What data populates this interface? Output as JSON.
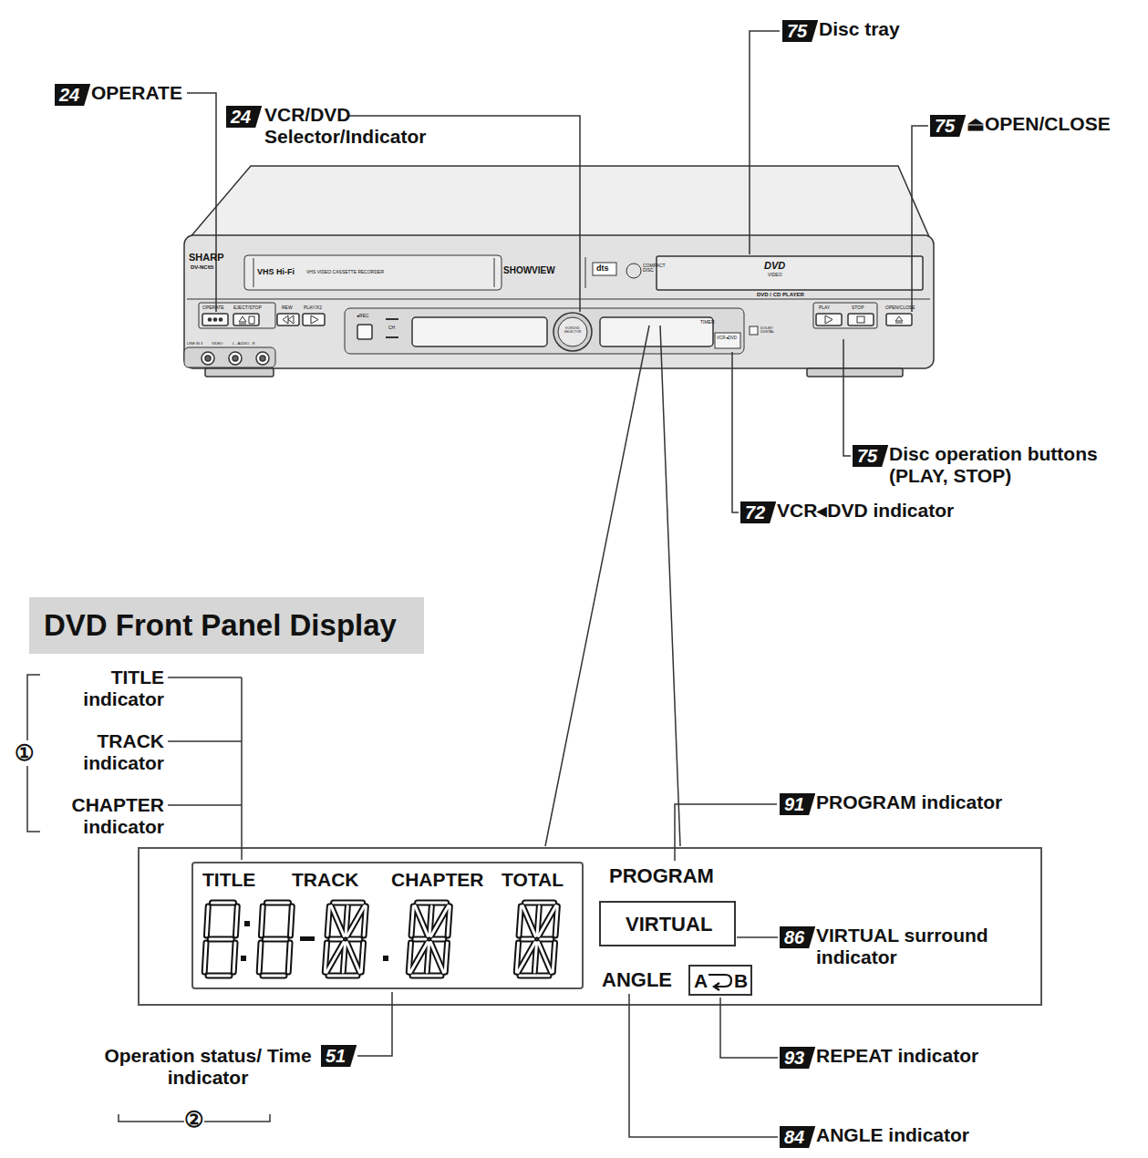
{
  "diagram": {
    "nodes": [
      {
        "text": [
          "DVD Front Panel Display"
        ]
      },
      {
        "text": [
          "TITLE",
          "TRACK",
          "CHAPTER",
          "TOTAL"
        ]
      },
      {
        "text": [
          "VIRTUAL"
        ]
      },
      {
        "text": [
          "A",
          "B"
        ]
      }
    ],
    "labels": [
      "24",
      "OPERATE",
      "24",
      "VCR/DVD Selector/Indicator",
      "75",
      "Disc tray",
      "75",
      "⏏OPEN/CLOSE",
      "75",
      "Disc operation buttons (PLAY, STOP)",
      "72",
      "VCR◂DVD indicator",
      "TITLE indicator",
      "TRACK indicator",
      "CHAPTER indicator",
      "①",
      "91",
      "PROGRAM indicator",
      "PROGRAM",
      "86",
      "VIRTUAL surround indicator",
      "ANGLE",
      "93",
      "REPEAT indicator",
      "84",
      "ANGLE indicator",
      "Operation status/ Time indicator",
      "51",
      "②",
      "SHARP",
      "DV-NC65",
      "VHS Hi-Fi",
      "VHS VIDEO CASSETTE RECORDER",
      "SHOWVIEW",
      "dts",
      "COMPACT DISC",
      "DVD",
      "VIDEO",
      "DVD / CD PLAYER",
      "OPERATE",
      "EJECT/STOP",
      "REW",
      "PLAY/X2",
      "●REC",
      "CH",
      "TIMER",
      "VCR◂DVD",
      "DOLBY DIGITAL",
      "PLAY",
      "STOP",
      "OPEN/CLOSE",
      "LINE IN 3",
      "VIDEO",
      "L - AUDIO - R",
      "VCR/DVD SELECTOR"
    ]
  }
}
